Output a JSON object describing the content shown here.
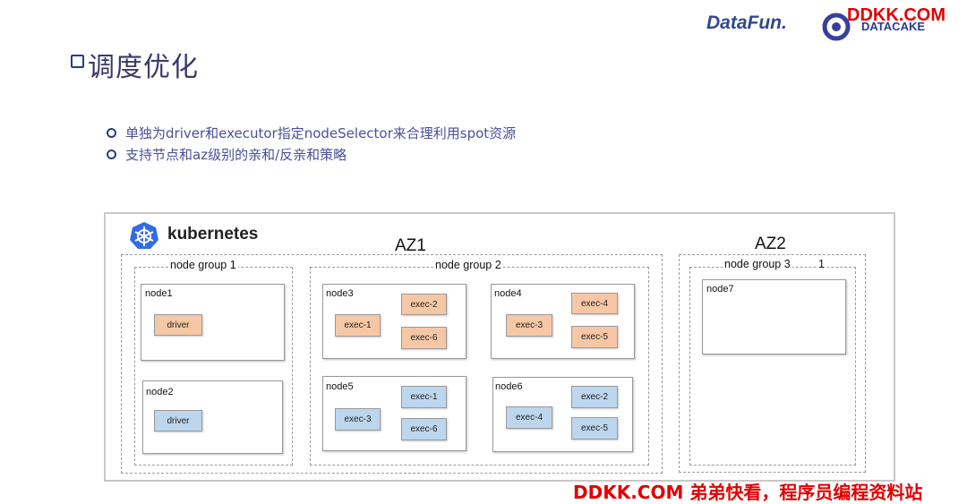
{
  "header": {
    "title": "调度优化",
    "logos": {
      "datafun": "DataFun.",
      "datacake": "DATACAKE",
      "ddkk_top": "DDKK.COM"
    }
  },
  "bullets": [
    "单独为driver和executor指定nodeSelector来合理利用spot资源",
    "支持节点和az级别的亲和/反亲和策略"
  ],
  "diagram": {
    "platform": "kubernetes",
    "az1": {
      "label": "AZ1"
    },
    "az2": {
      "label": "AZ2"
    },
    "groups": {
      "g1": "node group 1",
      "g2": "node group 2",
      "g3": "node group 3",
      "g3_extra": "1"
    },
    "nodes": {
      "node1": {
        "label": "node1",
        "pods": [
          "driver"
        ]
      },
      "node2": {
        "label": "node2",
        "pods": [
          "driver"
        ]
      },
      "node3": {
        "label": "node3",
        "pods": [
          "exec-2",
          "exec-1",
          "exec-6"
        ]
      },
      "node4": {
        "label": "node4",
        "pods": [
          "exec-4",
          "exec-3",
          "exec-5"
        ]
      },
      "node5": {
        "label": "node5",
        "pods": [
          "exec-1",
          "exec-3",
          "exec-6"
        ]
      },
      "node6": {
        "label": "node6",
        "pods": [
          "exec-2",
          "exec-4",
          "exec-5"
        ]
      },
      "node7": {
        "label": "node7"
      }
    },
    "colors": {
      "orange_pod": "#f6c7a5",
      "blue_pod": "#bcd6ee",
      "k8s_blue": "#326ce5"
    }
  },
  "watermark": "DDKK.COM 弟弟快看，程序员编程资料站"
}
